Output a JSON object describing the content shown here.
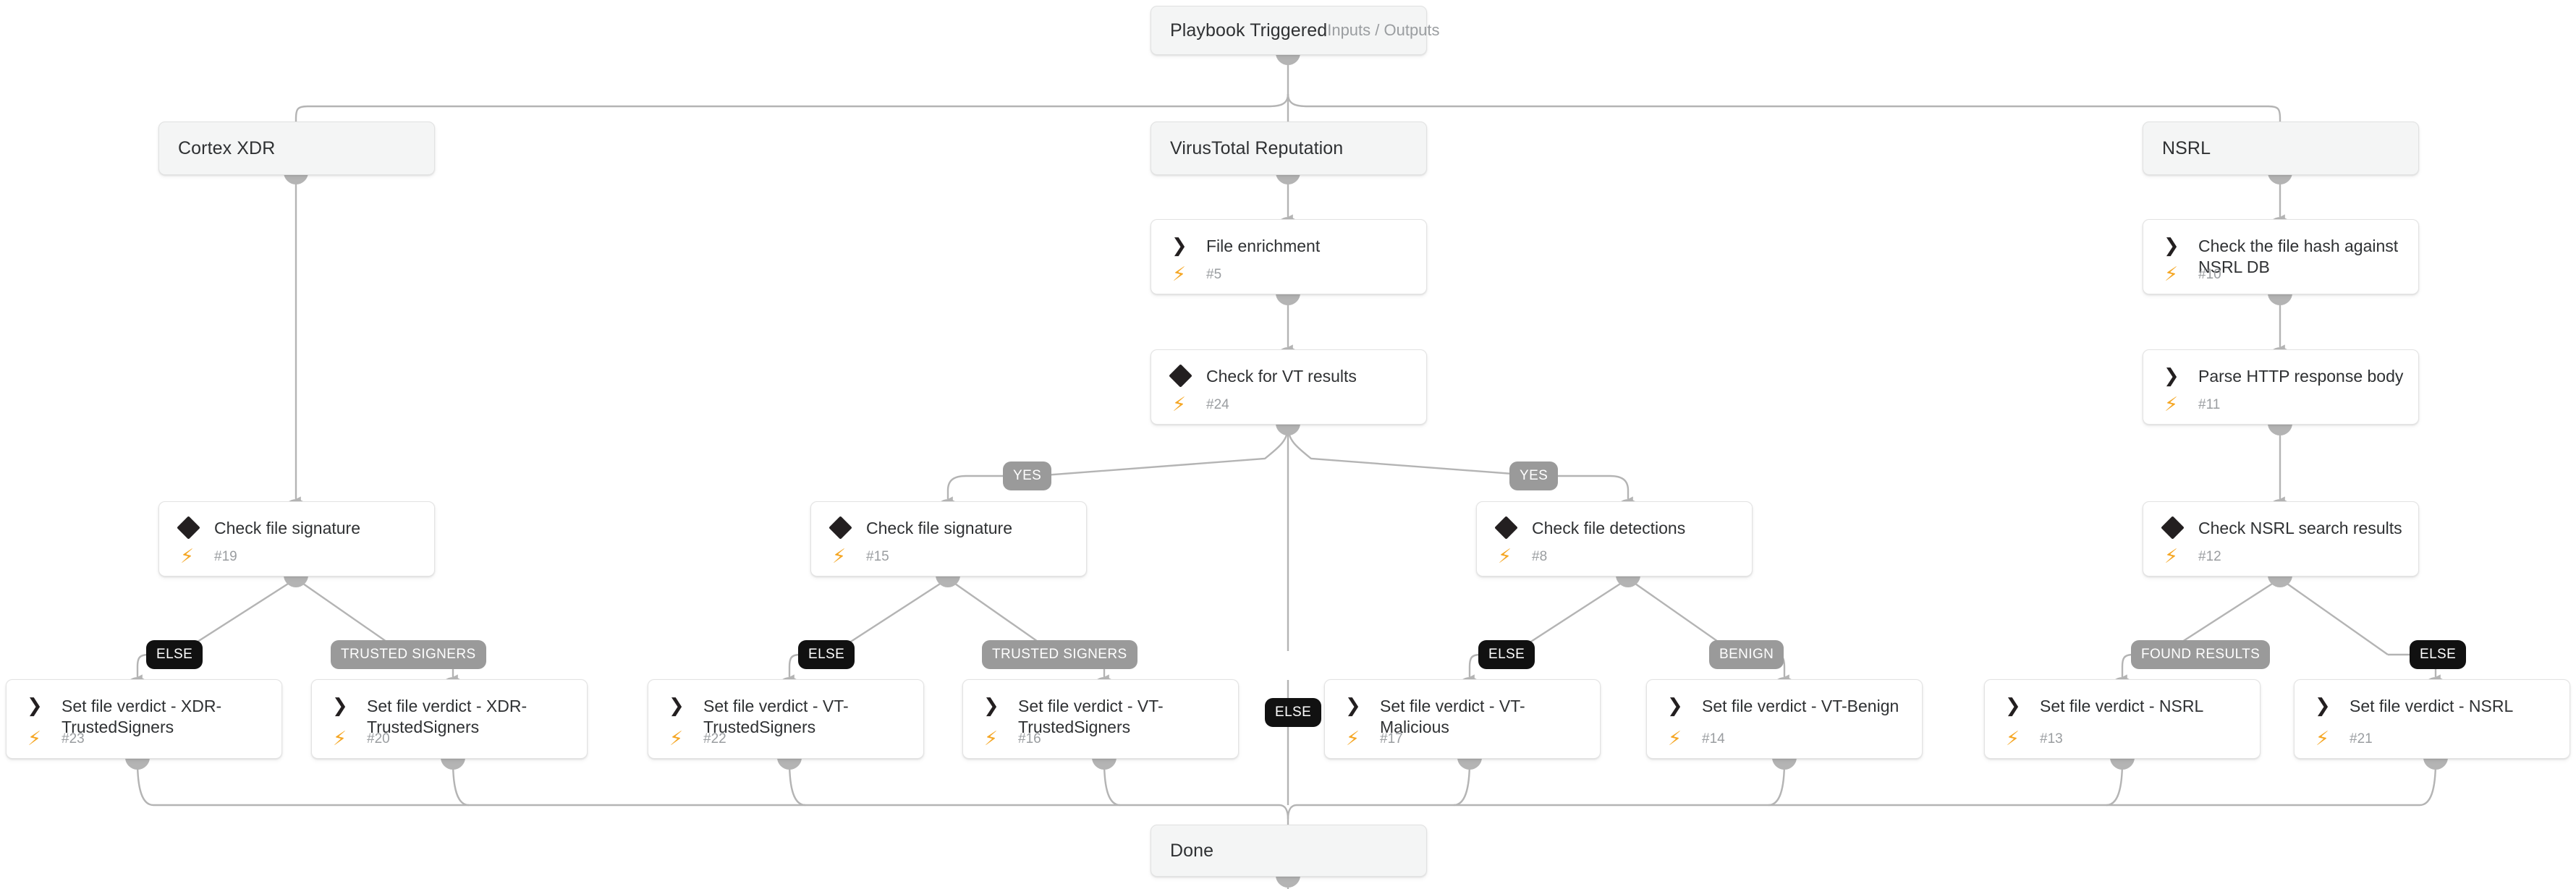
{
  "meta": {
    "title": "Playbook graph",
    "colors": {
      "canvas": "#ffffff",
      "node_bg": "#ffffff",
      "section_bg": "#f4f5f5",
      "edge": "#b4b4b4",
      "pill_else": "#111111",
      "pill_branch": "#9a9a9a",
      "bolt": "#f5a623",
      "icon": "#231f20",
      "text": "#2f3133",
      "muted": "#9a9da0"
    }
  },
  "start": {
    "title": "Playbook Triggered",
    "subtitle": "Inputs / Outputs"
  },
  "end": {
    "title": "Done"
  },
  "sections": [
    {
      "id": "cortex",
      "title": "Cortex XDR"
    },
    {
      "id": "virustotal",
      "title": "VirusTotal Reputation"
    },
    {
      "id": "nsrl",
      "title": "NSRL"
    }
  ],
  "nodes": [
    {
      "id": "n5",
      "kind": "task",
      "icon": "chevron-icon",
      "title": "File enrichment",
      "task_id": "#5"
    },
    {
      "id": "n24",
      "kind": "condition",
      "icon": "diamond-icon",
      "title": "Check for VT results",
      "task_id": "#24"
    },
    {
      "id": "n19",
      "kind": "condition",
      "icon": "diamond-icon",
      "title": "Check file signature",
      "task_id": "#19"
    },
    {
      "id": "n15",
      "kind": "condition",
      "icon": "diamond-icon",
      "title": "Check file signature",
      "task_id": "#15"
    },
    {
      "id": "n8",
      "kind": "condition",
      "icon": "diamond-icon",
      "title": "Check file detections",
      "task_id": "#8"
    },
    {
      "id": "n10",
      "kind": "task",
      "icon": "chevron-icon",
      "title": "Check the file hash against NSRL DB",
      "task_id": "#10"
    },
    {
      "id": "n11",
      "kind": "task",
      "icon": "chevron-icon",
      "title": "Parse HTTP response body",
      "task_id": "#11"
    },
    {
      "id": "n12",
      "kind": "condition",
      "icon": "diamond-icon",
      "title": "Check NSRL search results",
      "task_id": "#12"
    },
    {
      "id": "n23",
      "kind": "task",
      "icon": "chevron-icon",
      "title": "Set file verdict - XDR-TrustedSigners",
      "task_id": "#23"
    },
    {
      "id": "n20",
      "kind": "task",
      "icon": "chevron-icon",
      "title": "Set file verdict - XDR-TrustedSigners",
      "task_id": "#20"
    },
    {
      "id": "n22",
      "kind": "task",
      "icon": "chevron-icon",
      "title": "Set file verdict - VT-TrustedSigners",
      "task_id": "#22"
    },
    {
      "id": "n16",
      "kind": "task",
      "icon": "chevron-icon",
      "title": "Set file verdict - VT-TrustedSigners",
      "task_id": "#16"
    },
    {
      "id": "n17",
      "kind": "task",
      "icon": "chevron-icon",
      "title": "Set file verdict - VT-Malicious",
      "task_id": "#17"
    },
    {
      "id": "n14",
      "kind": "task",
      "icon": "chevron-icon",
      "title": "Set file verdict - VT-Benign",
      "task_id": "#14"
    },
    {
      "id": "n13",
      "kind": "task",
      "icon": "chevron-icon",
      "title": "Set file verdict - NSRL",
      "task_id": "#13"
    },
    {
      "id": "n21",
      "kind": "task",
      "icon": "chevron-icon",
      "title": "Set file verdict - NSRL",
      "task_id": "#21"
    }
  ],
  "branch_labels": [
    {
      "id": "b1",
      "text": "YES",
      "style": "grey"
    },
    {
      "id": "b2",
      "text": "YES",
      "style": "grey"
    },
    {
      "id": "b3",
      "text": "ELSE",
      "style": "dark"
    },
    {
      "id": "b4",
      "text": "TRUSTED SIGNERS",
      "style": "grey"
    },
    {
      "id": "b5",
      "text": "ELSE",
      "style": "dark"
    },
    {
      "id": "b6",
      "text": "TRUSTED SIGNERS",
      "style": "grey"
    },
    {
      "id": "b7",
      "text": "ELSE",
      "style": "dark"
    },
    {
      "id": "b8",
      "text": "ELSE",
      "style": "dark"
    },
    {
      "id": "b9",
      "text": "BENIGN",
      "style": "grey"
    },
    {
      "id": "b10",
      "text": "FOUND RESULTS",
      "style": "grey"
    },
    {
      "id": "b11",
      "text": "ELSE",
      "style": "dark"
    }
  ]
}
